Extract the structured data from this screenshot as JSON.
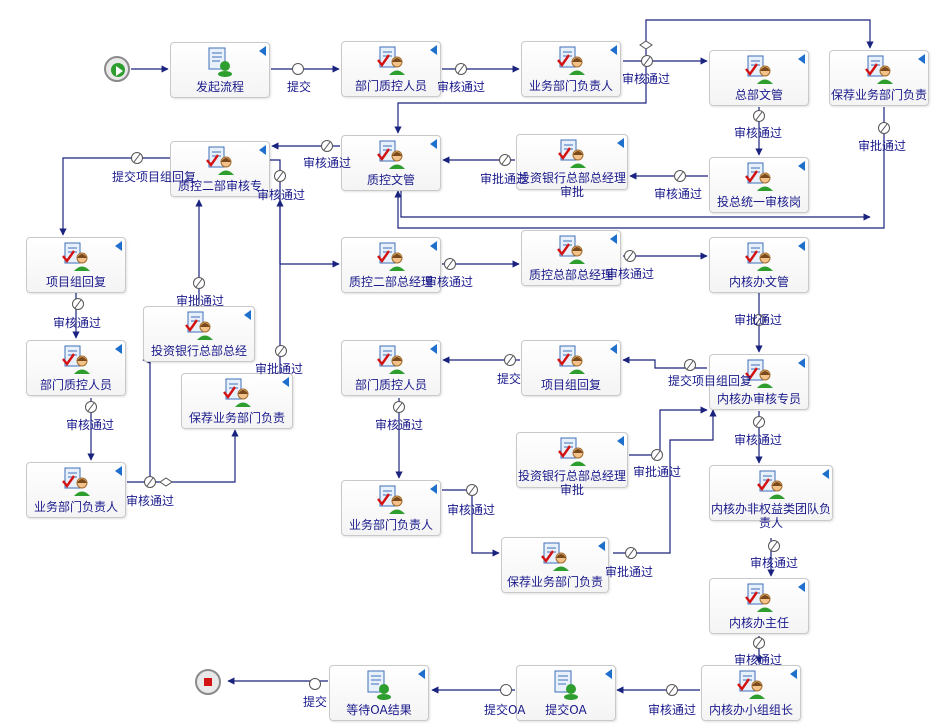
{
  "colors": {
    "line": "#1a237e",
    "text": "#1a1a8c",
    "node_border": "#c9c9c9",
    "start": "#2e9e2e",
    "end": "#d31212",
    "corner": "#1f6fcc"
  },
  "start_icon": "start-play-icon",
  "end_icon": "end-stop-icon",
  "nodes": [
    {
      "id": "n1",
      "label": "发起流程",
      "icon": "document-start-icon"
    },
    {
      "id": "n2",
      "label": "部门质控人员",
      "icon": "user-task-icon"
    },
    {
      "id": "n3",
      "label": "业务部门负责人",
      "icon": "user-task-icon"
    },
    {
      "id": "n4",
      "label": "总部文管",
      "icon": "user-task-icon"
    },
    {
      "id": "n5",
      "label": "保荐业务部门负责",
      "icon": "user-task-icon"
    },
    {
      "id": "n6",
      "label": "质控文管",
      "icon": "user-task-icon"
    },
    {
      "id": "n7",
      "label": "投资银行总部总经理审批",
      "icon": "user-task-icon"
    },
    {
      "id": "n8",
      "label": "投总统一审核岗",
      "icon": "user-task-icon"
    },
    {
      "id": "n9",
      "label": "质控二部审核专",
      "icon": "user-task-icon"
    },
    {
      "id": "n10",
      "label": "项目组回复",
      "icon": "user-task-icon"
    },
    {
      "id": "n11",
      "label": "质控二部总经理",
      "icon": "user-task-icon"
    },
    {
      "id": "n12",
      "label": "质控总部总经理",
      "icon": "user-task-icon"
    },
    {
      "id": "n13",
      "label": "内核办文管",
      "icon": "user-task-icon"
    },
    {
      "id": "n14",
      "label": "投资银行总部总经",
      "icon": "user-task-icon"
    },
    {
      "id": "n15",
      "label": "部门质控人员",
      "icon": "user-task-icon"
    },
    {
      "id": "n16",
      "label": "保荐业务部门负责",
      "icon": "user-task-icon"
    },
    {
      "id": "n17",
      "label": "部门质控人员",
      "icon": "user-task-icon"
    },
    {
      "id": "n18",
      "label": "项目组回复",
      "icon": "user-task-icon"
    },
    {
      "id": "n19",
      "label": "内核办审核专员",
      "icon": "user-task-icon"
    },
    {
      "id": "n20",
      "label": "业务部门负责人",
      "icon": "user-task-icon"
    },
    {
      "id": "n21",
      "label": "投资银行总部总经理审批",
      "icon": "user-task-icon"
    },
    {
      "id": "n22",
      "label": "业务部门负责人",
      "icon": "user-task-icon"
    },
    {
      "id": "n23",
      "label": "内核办非权益类团队负责人",
      "icon": "user-task-icon"
    },
    {
      "id": "n24",
      "label": "保荐业务部门负责",
      "icon": "user-task-icon"
    },
    {
      "id": "n25",
      "label": "内核办主任",
      "icon": "user-task-icon"
    },
    {
      "id": "n26",
      "label": "等待OA结果",
      "icon": "document-start-icon"
    },
    {
      "id": "n27",
      "label": "提交OA",
      "icon": "document-start-icon"
    },
    {
      "id": "n28",
      "label": "内核办小组组长",
      "icon": "user-task-icon"
    }
  ],
  "edge_labels": [
    {
      "id": "e1",
      "text": "提交"
    },
    {
      "id": "e2",
      "text": "审核通过"
    },
    {
      "id": "e3",
      "text": "审核通过"
    },
    {
      "id": "e4",
      "text": "审核通过"
    },
    {
      "id": "e5",
      "text": "审批通过"
    },
    {
      "id": "e6",
      "text": "审核通过"
    },
    {
      "id": "e7",
      "text": "审批通过"
    },
    {
      "id": "e8",
      "text": "审核通过"
    },
    {
      "id": "e9",
      "text": "提交项目组回复"
    },
    {
      "id": "e10",
      "text": "审核通过"
    },
    {
      "id": "e11",
      "text": "审核通过"
    },
    {
      "id": "e12",
      "text": "审核通过"
    },
    {
      "id": "e13",
      "text": "审核通过"
    },
    {
      "id": "e14",
      "text": "审批通过"
    },
    {
      "id": "e15",
      "text": "审批通过"
    },
    {
      "id": "e16",
      "text": "审核通过"
    },
    {
      "id": "e17",
      "text": "审核通过"
    },
    {
      "id": "e18",
      "text": "提交"
    },
    {
      "id": "e19",
      "text": "提交项目组回复"
    },
    {
      "id": "e20",
      "text": "审核通过"
    },
    {
      "id": "e21",
      "text": "审核通过"
    },
    {
      "id": "e22",
      "text": "审批通过"
    },
    {
      "id": "e23",
      "text": "审批通过"
    },
    {
      "id": "e24",
      "text": "审核通过"
    },
    {
      "id": "e25",
      "text": "审批通过"
    },
    {
      "id": "e26",
      "text": "审核通过"
    },
    {
      "id": "e27",
      "text": "审核通过"
    },
    {
      "id": "e28",
      "text": "审核通过"
    },
    {
      "id": "e29",
      "text": "提交OA"
    },
    {
      "id": "e30",
      "text": "提交"
    }
  ]
}
